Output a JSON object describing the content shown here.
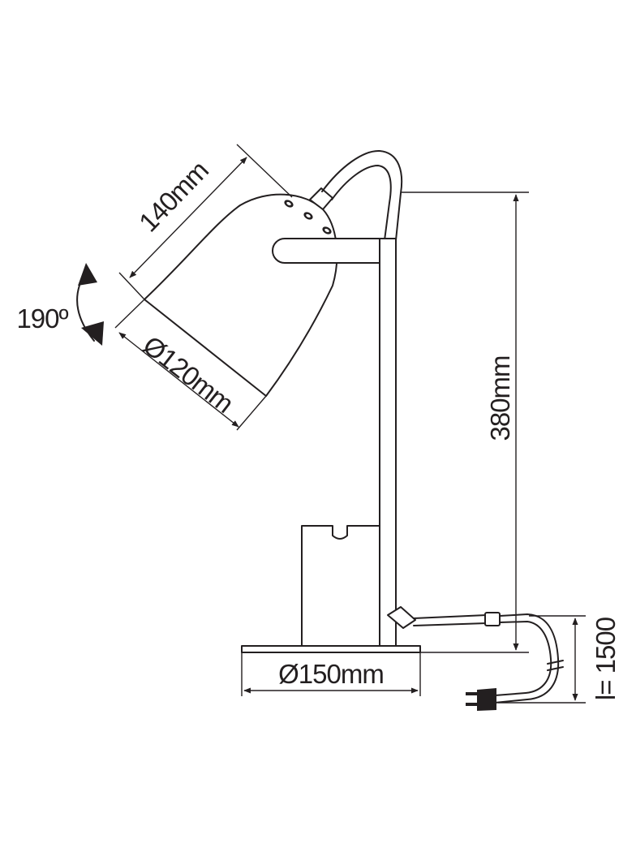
{
  "diagram": {
    "labels": {
      "shade_length": "140mm",
      "rotation": "190º",
      "shade_diameter": "Ø120mm",
      "height": "380mm",
      "base_diameter": "Ø150mm",
      "cable_length": "l= 1500"
    }
  }
}
